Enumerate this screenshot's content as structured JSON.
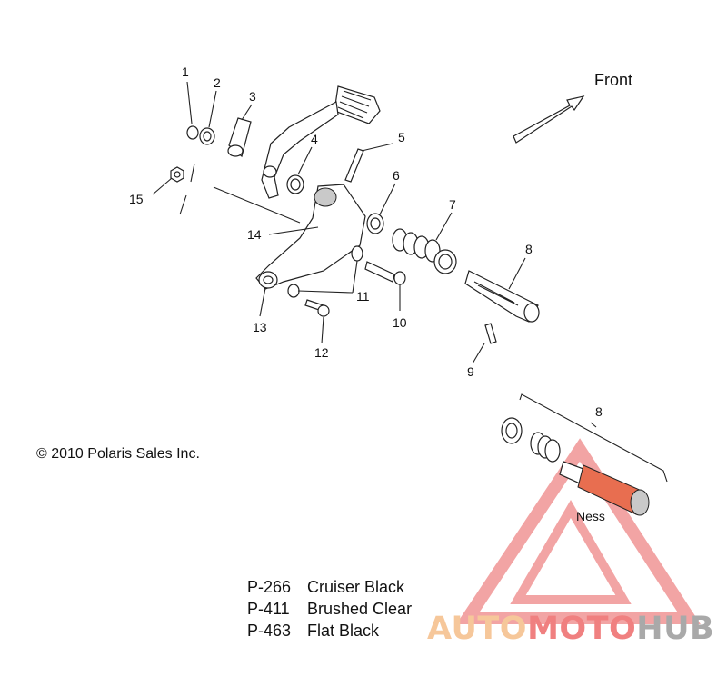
{
  "diagram": {
    "callouts": [
      "1",
      "2",
      "3",
      "4",
      "5",
      "6",
      "7",
      "8",
      "9",
      "10",
      "11",
      "12",
      "13",
      "14",
      "15"
    ],
    "inset_callout": "8",
    "front_label": "Front",
    "inset_label": "Ness",
    "copyright": "© 2010 Polaris Sales Inc.",
    "finishes": [
      {
        "code": "P-266",
        "name": "Cruiser Black"
      },
      {
        "code": "P-411",
        "name": "Brushed Clear"
      },
      {
        "code": "P-463",
        "name": "Flat Black"
      }
    ]
  },
  "watermark": {
    "brand_parts": [
      "AUTO",
      "MOTO",
      "HUB"
    ],
    "colors": {
      "auto": "#f6c79a",
      "moto": "#f08080",
      "hub": "#a9a9a9",
      "logo": "#e85a5a"
    }
  }
}
